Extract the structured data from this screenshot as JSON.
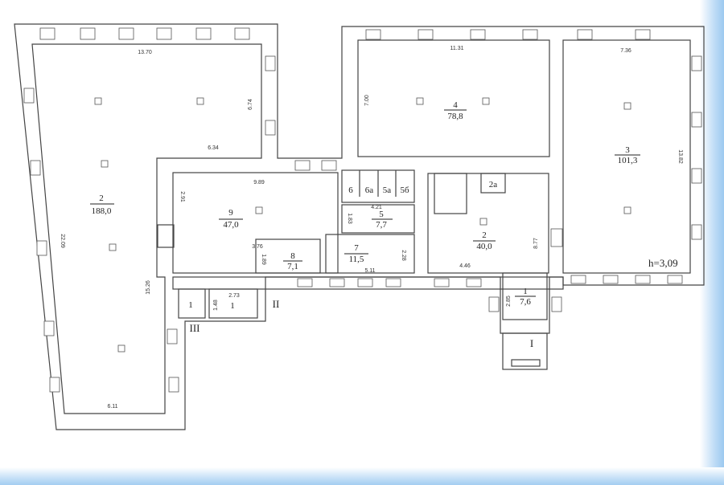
{
  "plan": {
    "ceiling_height": "h=3,09",
    "rooms": [
      {
        "num": "2",
        "area": "188,0",
        "dims": [
          "13.70",
          "6.74",
          "6.34",
          "22.09",
          "15.26",
          "6.11"
        ]
      },
      {
        "num": "4",
        "area": "78,8",
        "dims": [
          "11.31",
          "7.00"
        ]
      },
      {
        "num": "3",
        "area": "101,3",
        "dims": [
          "7.36",
          "13.82"
        ]
      },
      {
        "num": "9",
        "area": "47,0",
        "dims": [
          "9.89",
          "2.91"
        ]
      },
      {
        "num": "6"
      },
      {
        "num": "6a"
      },
      {
        "num": "5a"
      },
      {
        "num": "5б"
      },
      {
        "num": "5",
        "area": "7,7",
        "dims": [
          "4.21",
          "1.83"
        ]
      },
      {
        "num": "8",
        "area": "7,1",
        "dims": [
          "3.76",
          "1.89"
        ]
      },
      {
        "num": "7",
        "area": "11,5",
        "dims": [
          "5.11",
          "2.28"
        ]
      },
      {
        "num": "2a"
      },
      {
        "num": "2",
        "area": "40,0",
        "dims": [
          "4.46",
          "8.77"
        ]
      },
      {
        "num": "1",
        "area": "7,6",
        "dims": [
          "2.85"
        ]
      },
      {
        "num": "1"
      },
      {
        "num": "1",
        "dims": [
          "2.73",
          "1.48"
        ]
      }
    ],
    "entrances": [
      "I",
      "II",
      "III"
    ]
  }
}
